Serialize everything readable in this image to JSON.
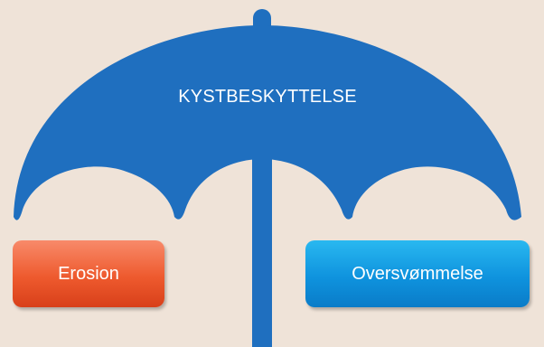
{
  "umbrella": {
    "label": "KYSTBESKYTTELSE",
    "color": "#1f6fbf"
  },
  "threats": {
    "left_label": "Erosion",
    "right_label": "Oversvømmelse",
    "left_color": "#ee5a2e",
    "right_color": "#0f93de"
  },
  "background_color": "#efe3d8"
}
